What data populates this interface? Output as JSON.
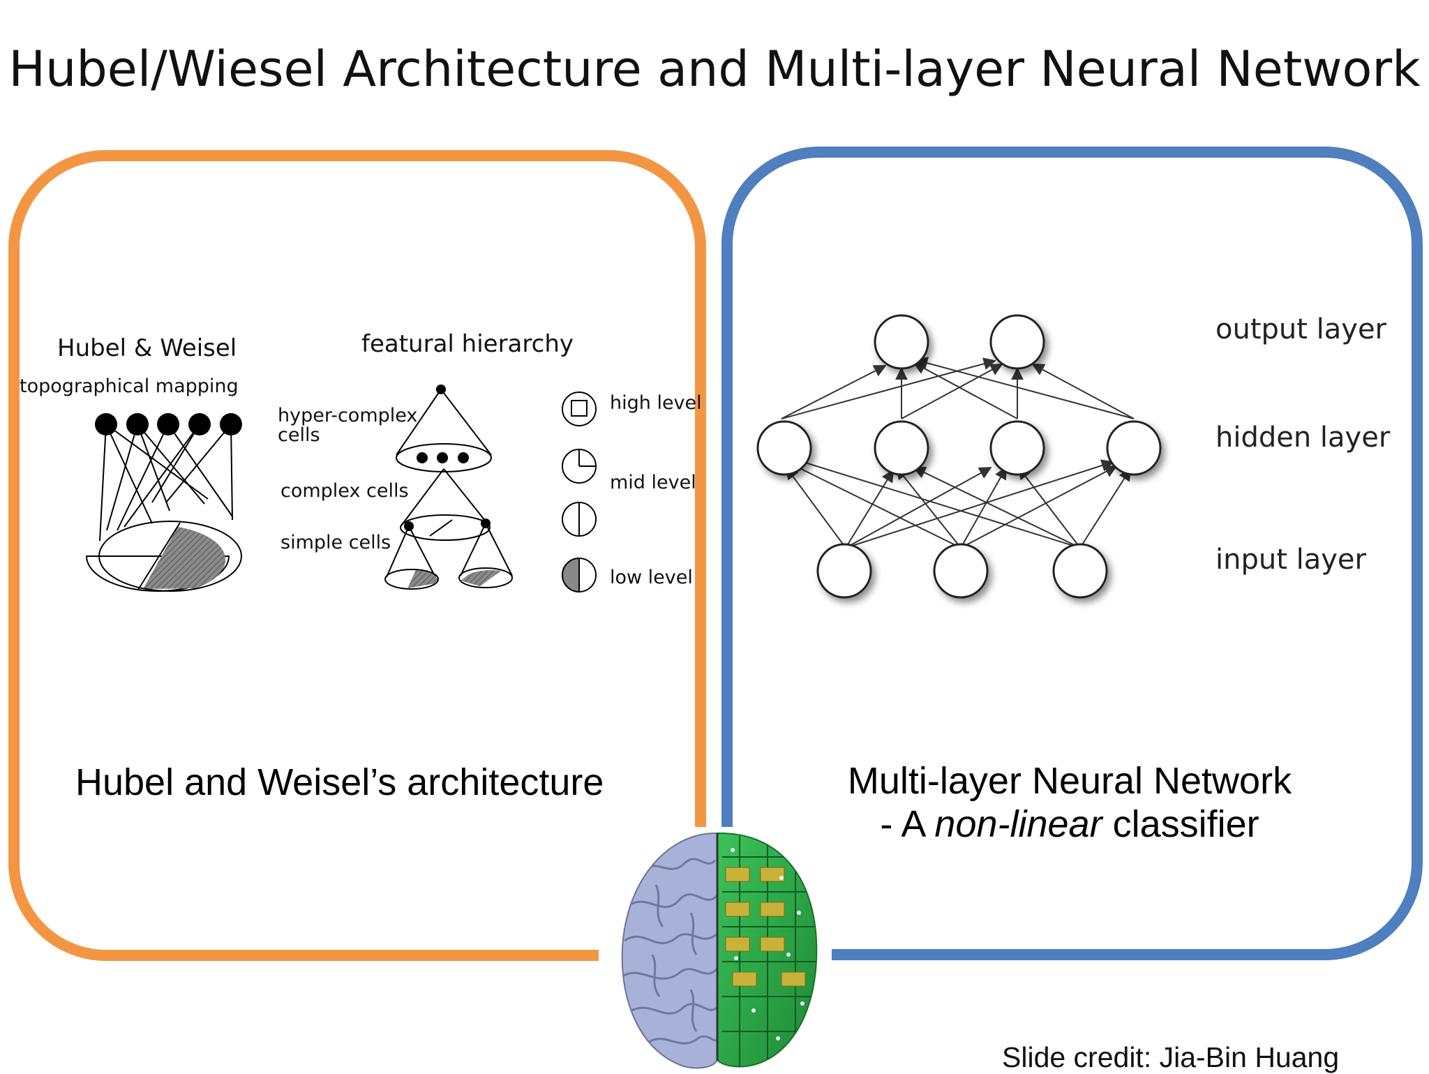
{
  "title": "Hubel/Wiesel Architecture and Multi-layer Neural Network",
  "left_panel": {
    "heading": "Hubel & Weisel",
    "subheading": "topographical mapping",
    "hierarchy_title": "featural hierarchy",
    "cell_labels": {
      "hyper_complex_1": "hyper-complex",
      "hyper_complex_2": "cells",
      "complex": "complex cells",
      "simple": "simple cells"
    },
    "level_labels": {
      "high": "high level",
      "mid": "mid level",
      "low": "low level"
    },
    "caption": "Hubel and Weisel’s architecture"
  },
  "right_panel": {
    "layers": {
      "output": "output layer",
      "hidden": "hidden layer",
      "input": "input layer"
    },
    "caption_line1": "Multi-layer Neural Network",
    "caption_prefix": "- A ",
    "caption_emphasis": "non-linear",
    "caption_suffix": " classifier"
  },
  "credit": "Slide credit: Jia-Bin Huang",
  "colors": {
    "left_border": "#f39644",
    "right_border": "#4f7fbf",
    "brain_left": "#a8b2d8",
    "brain_right": "#2fae4a"
  },
  "icons": [
    "brain-circuit-icon"
  ]
}
